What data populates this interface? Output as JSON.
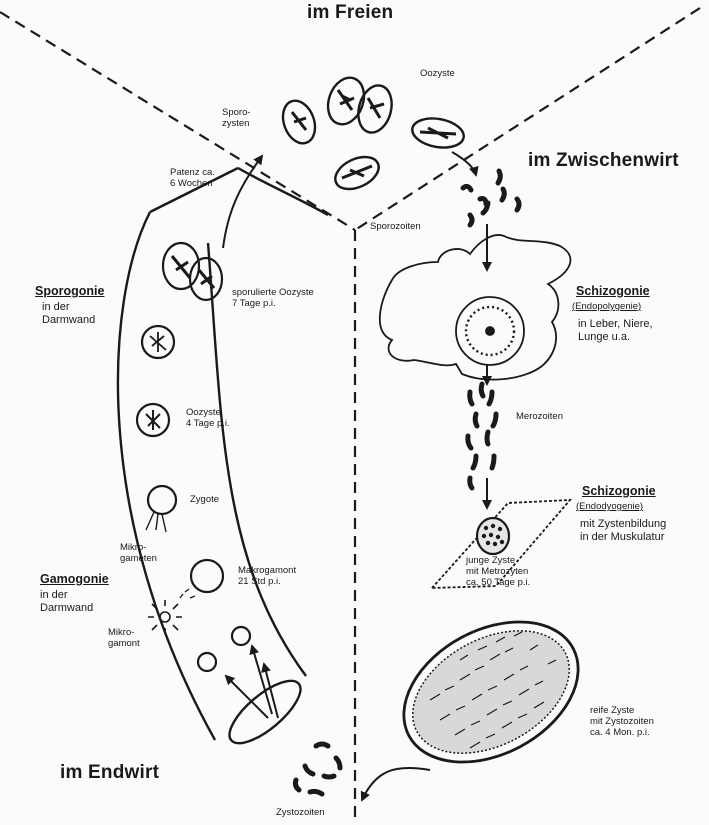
{
  "regions": {
    "outdoor": "im Freien",
    "intermediate_host": "im Zwischenwirt",
    "final_host": "im Endwirt"
  },
  "labels": {
    "oocyst": "Oozyste",
    "sporocysts": "Sporo-\nzysten",
    "patency": "Patenz ca.\n6 Wochen",
    "sporozoites": "Sporozoiten",
    "sporulated_oocyst": "sporulierte Oozyste\n7 Tage p.i.",
    "oocyst_4d": "Oozyste\n4 Tage p.i.",
    "zygote": "Zygote",
    "microgametes": "Mikro-\ngameten",
    "macrogamont": "Makrogamont\n21 Std p.i.",
    "microgamont": "Mikro-\ngamont",
    "merozoites": "Merozoiten",
    "young_cyst": "junge Zyste\nmit Metrozyten\nca. 50 Tage p.i.",
    "mature_cyst": "reife Zyste\nmit Zystozoiten\nca. 4 Mon. p.i.",
    "cystozoites": "Zystozoiten"
  },
  "stages": {
    "sporogony_title": "Sporogonie",
    "sporogony_sub": "in der\nDarmwand",
    "gamogony_title": "Gamogonie",
    "gamogony_sub": "in der\nDarmwand",
    "schizogony1_title": "Schizogonie",
    "schizogony1_paren": "(Endopolygenie)",
    "schizogony1_sub": "in Leber, Niere,\nLunge u.a.",
    "schizogony2_title": "Schizogonie",
    "schizogony2_paren": "(Endodyogenie)",
    "schizogony2_sub": "mit Zystenbildung\nin der Muskulatur"
  },
  "colors": {
    "ink": "#1a1a1a",
    "background": "#fbfbfa"
  }
}
